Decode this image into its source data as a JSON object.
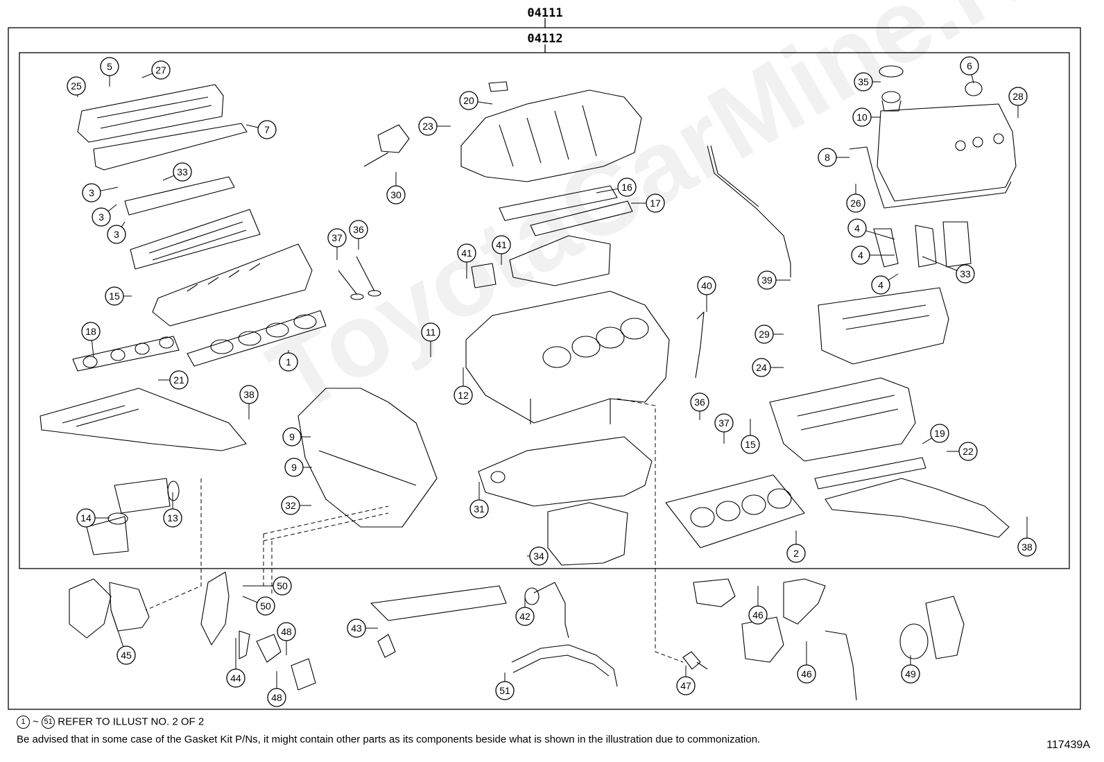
{
  "assembly_codes": {
    "outer": "04111",
    "inner": "04112"
  },
  "callouts": [
    {
      "n": "25"
    },
    {
      "n": "5"
    },
    {
      "n": "27"
    },
    {
      "n": "7"
    },
    {
      "n": "3"
    },
    {
      "n": "33"
    },
    {
      "n": "3"
    },
    {
      "n": "3"
    },
    {
      "n": "15"
    },
    {
      "n": "18"
    },
    {
      "n": "1"
    },
    {
      "n": "21"
    },
    {
      "n": "38"
    },
    {
      "n": "37"
    },
    {
      "n": "36"
    },
    {
      "n": "20"
    },
    {
      "n": "23"
    },
    {
      "n": "30"
    },
    {
      "n": "16"
    },
    {
      "n": "17"
    },
    {
      "n": "41"
    },
    {
      "n": "41"
    },
    {
      "n": "11"
    },
    {
      "n": "12"
    },
    {
      "n": "9"
    },
    {
      "n": "9"
    },
    {
      "n": "32"
    },
    {
      "n": "14"
    },
    {
      "n": "13"
    },
    {
      "n": "31"
    },
    {
      "n": "34"
    },
    {
      "n": "39"
    },
    {
      "n": "40"
    },
    {
      "n": "29"
    },
    {
      "n": "24"
    },
    {
      "n": "36"
    },
    {
      "n": "37"
    },
    {
      "n": "15"
    },
    {
      "n": "2"
    },
    {
      "n": "19"
    },
    {
      "n": "22"
    },
    {
      "n": "38"
    },
    {
      "n": "35"
    },
    {
      "n": "6"
    },
    {
      "n": "10"
    },
    {
      "n": "28"
    },
    {
      "n": "8"
    },
    {
      "n": "26"
    },
    {
      "n": "4"
    },
    {
      "n": "4"
    },
    {
      "n": "4"
    },
    {
      "n": "33"
    },
    {
      "n": "45"
    },
    {
      "n": "50"
    },
    {
      "n": "50"
    },
    {
      "n": "44"
    },
    {
      "n": "48"
    },
    {
      "n": "48"
    },
    {
      "n": "43"
    },
    {
      "n": "42"
    },
    {
      "n": "51"
    },
    {
      "n": "47"
    },
    {
      "n": "46"
    },
    {
      "n": "46"
    },
    {
      "n": "49"
    }
  ],
  "footer": {
    "ref_start": "1",
    "ref_tilde": "~",
    "ref_end": "51",
    "ref_text": "REFER TO ILLUST NO. 2 OF 2",
    "note": "Be advised that in some case of the Gasket Kit P/Ns,  it might contain other parts as its components beside what is shown in the illustration due to commonization."
  },
  "figure_number": "117439A",
  "watermark": "ToyotaCarMine.ru"
}
